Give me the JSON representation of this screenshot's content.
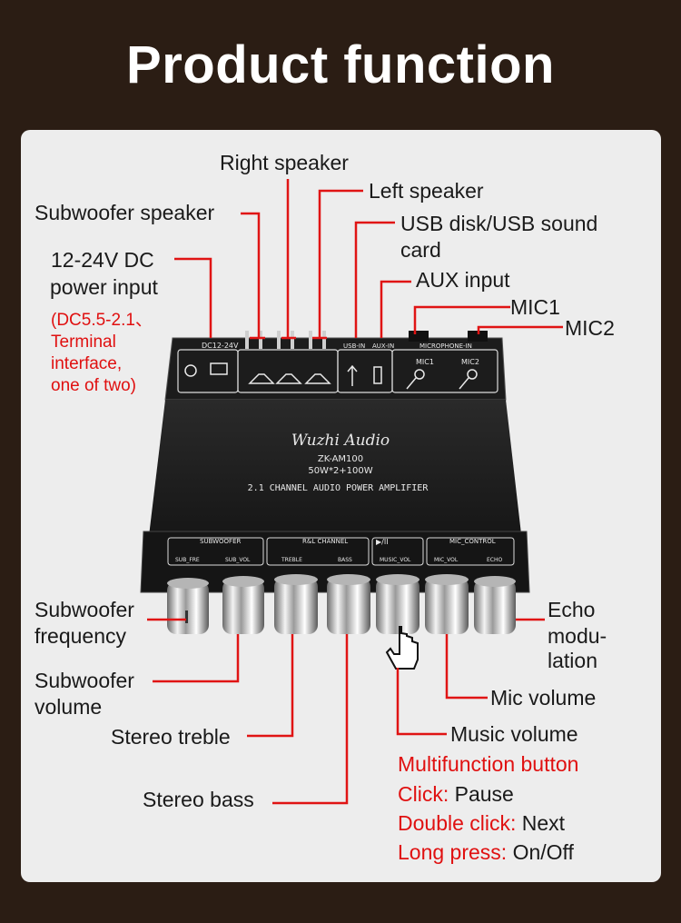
{
  "title": "Product function",
  "labels": {
    "right_speaker": "Right speaker",
    "left_speaker": "Left speaker",
    "subwoofer_speaker": "Subwoofer speaker",
    "usb_line1": "USB disk/USB sound",
    "usb_line2": "card",
    "aux_input": "AUX input",
    "mic1": "MIC1",
    "mic2": "MIC2",
    "dc_line1": "12-24V DC",
    "dc_line2": "power input",
    "dc_note1": "(DC5.5-2.1、",
    "dc_note2": "Terminal",
    "dc_note3": "interface,",
    "dc_note4": "one of two)",
    "sub_freq_line1": "Subwoofer",
    "sub_freq_line2": "frequency",
    "sub_vol_line1": "Subwoofer",
    "sub_vol_line2": "volume",
    "stereo_treble": "Stereo treble",
    "stereo_bass": "Stereo bass",
    "echo_line1": "Echo",
    "echo_line2": "modu-",
    "echo_line3": "lation",
    "mic_volume": "Mic volume",
    "music_volume": "Music volume",
    "multifunction_button": "Multifunction button",
    "click_label": "Click:",
    "click_value": "Pause",
    "double_label": "Double click:",
    "double_value": "Next",
    "long_label": "Long press:",
    "long_value": "On/Off"
  },
  "device": {
    "brand": "Wuzhi Audio",
    "model": "ZK-AM100",
    "power": "50W*2+100W",
    "subtitle": "2.1 CHANNEL AUDIO POWER AMPLIFIER",
    "top_dc": "DC12-24V",
    "top_usb": "USB-IN",
    "top_aux": "AUX-IN",
    "top_mic": "MICROPHONE-IN",
    "top_mic1": "MIC1",
    "top_mic2": "MIC2",
    "group_sub": "SUBWOOFER",
    "group_rl": "R&L CHANNEL",
    "group_mic": "MIC_CONTROL",
    "knob_sub_fre": "SUB_FRE",
    "knob_sub_vol": "SUB_VOL",
    "knob_treble": "TREBLE",
    "knob_bass": "BASS",
    "knob_music_vol": "MUSIC_VOL",
    "knob_mic_vol": "MIC_VOL",
    "knob_echo": "ECHO"
  }
}
